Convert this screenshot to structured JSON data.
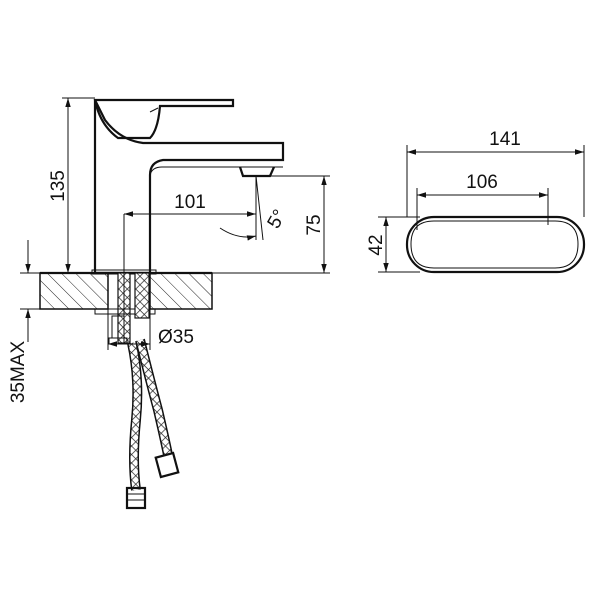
{
  "dimensions": {
    "height_total": "135",
    "spout_reach": "101",
    "spout_angle": "5°",
    "spout_height": "75",
    "hole_diameter": "Ø35",
    "deck_thickness_max": "35MAX",
    "base_length": "141",
    "base_inner_length": "106",
    "base_width": "42"
  },
  "colors": {
    "line": "#111111",
    "background": "#ffffff"
  }
}
